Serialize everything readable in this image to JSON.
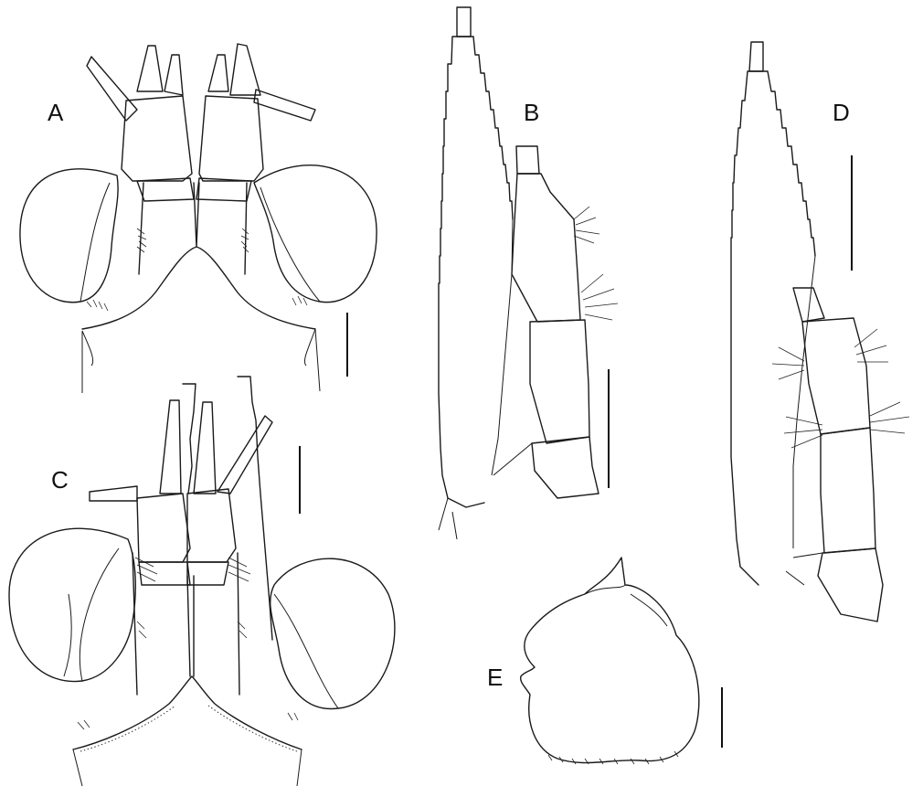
{
  "figure": {
    "panels": [
      {
        "key": "A",
        "label": "A"
      },
      {
        "key": "B",
        "label": "B"
      },
      {
        "key": "C",
        "label": "C"
      },
      {
        "key": "D",
        "label": "D"
      },
      {
        "key": "E",
        "label": "E"
      }
    ]
  }
}
